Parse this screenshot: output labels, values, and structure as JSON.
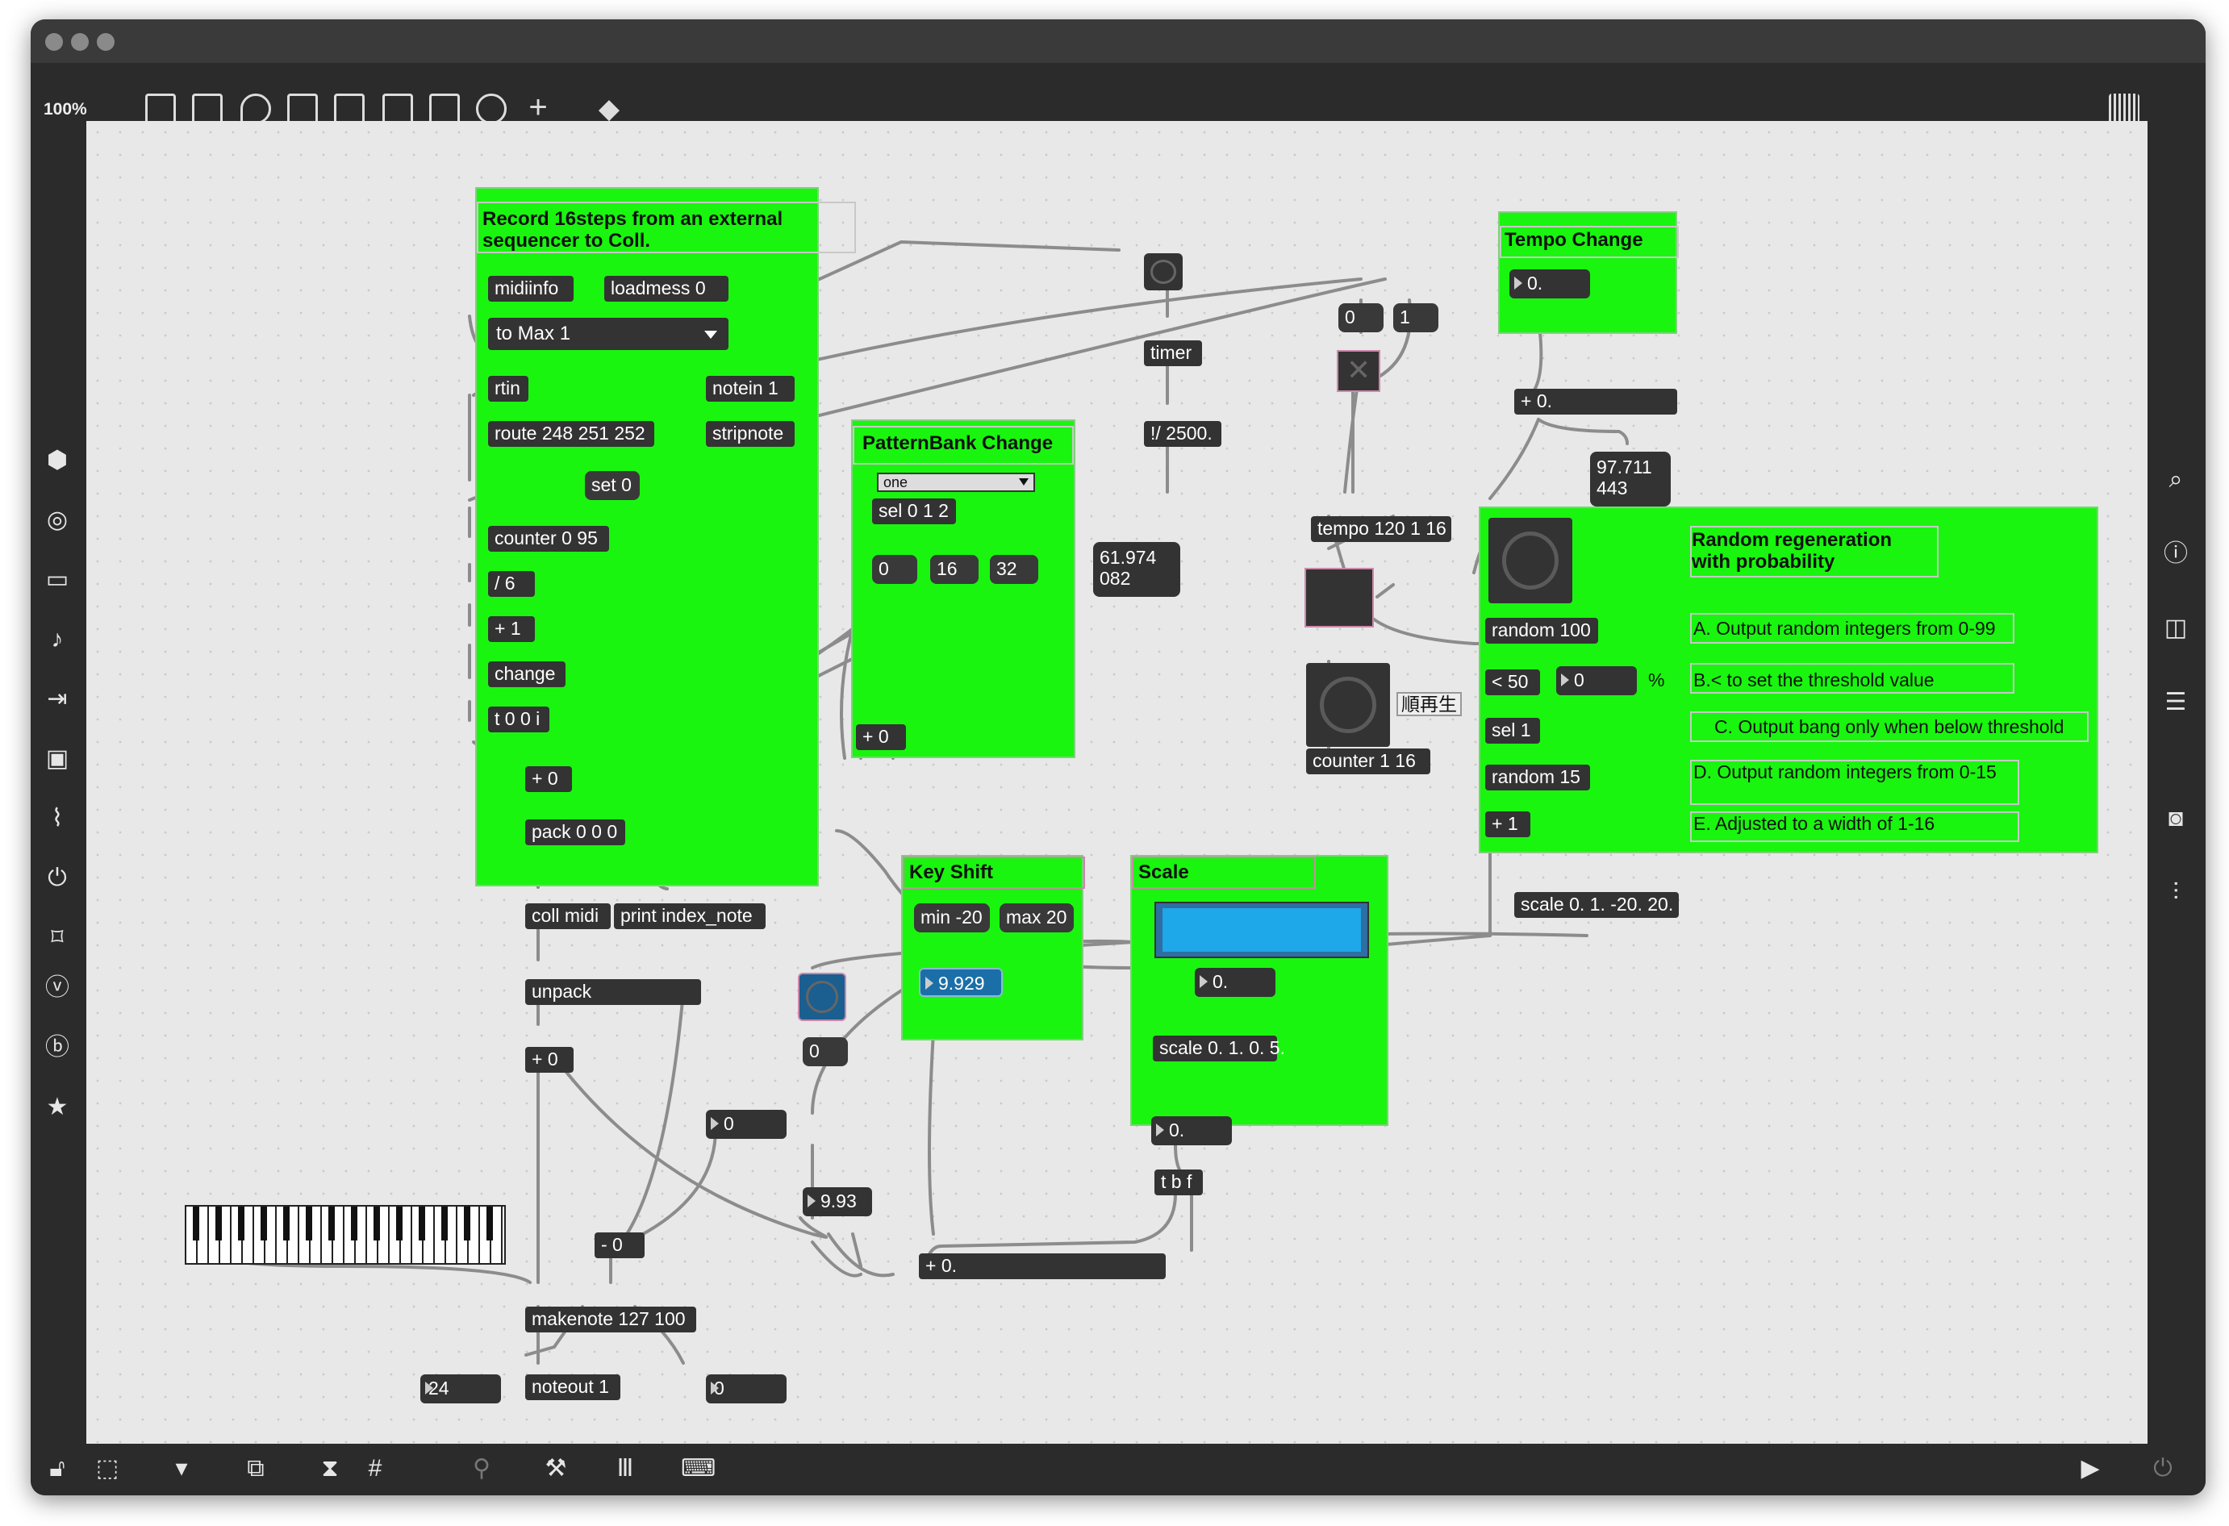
{
  "toolbar": {
    "zoom": "100%"
  },
  "panels": {
    "record": {
      "title": "Record 16steps from an external sequencer to Coll."
    },
    "pattern": {
      "title": "PatternBank Change",
      "menu": "one"
    },
    "tempo": {
      "title": "Tempo Change"
    },
    "random": {
      "title": "Random regeneration with probability",
      "notes": [
        "A. Output random integers from 0-99",
        "B.< to set the threshold value",
        "C. Output bang only when below threshold",
        "D. Output random integers from 0-15",
        "E. Adjusted to a width of 1-16"
      ],
      "percent": "%"
    },
    "keyshift": {
      "title": "Key Shift"
    },
    "scale": {
      "title": "Scale"
    }
  },
  "objects": {
    "midiinfo": "midiinfo",
    "loadmess": "loadmess 0",
    "tomax": "to Max 1",
    "rtin": "rtin",
    "notein": "notein 1",
    "route": "route 248 251 252",
    "stripnote": "stripnote",
    "set0": "set 0",
    "counter095": "counter 0 95",
    "div6": "/ 6",
    "plus1": "+ 1",
    "change": "change",
    "t00i": "t 0 0 i",
    "plus0a": "+ 0",
    "pack": "pack 0 0 0",
    "coll": "coll midi",
    "print": "print index_note",
    "unpack": "unpack",
    "plus0b": "+ 0",
    "minus0": "- 0",
    "makenote": "makenote 127 100",
    "noteout": "noteout 1",
    "timer": "timer",
    "div2500": "!/ 2500.",
    "tempo": "tempo 120 1 16",
    "counter116": "counter 1 16",
    "random100": "random 100",
    "lt50": "< 50",
    "sel1": "sel 1",
    "random15": "random 15",
    "plus1b": "+ 1",
    "sel012": "sel 0 1 2",
    "plus0c": "+ 0",
    "min": "min -20",
    "max": "max 20",
    "scale05": "scale 0. 1. 0. 5.",
    "tbf": "t b f",
    "plus0d": "+ 0.",
    "plus0e": "+ 0.",
    "scaleN20": "scale 0. 1. -20. 20.",
    "jun": "順再生"
  },
  "values": {
    "m0": "0",
    "m16": "16",
    "m32": "32",
    "tcm0": "0",
    "tcm1": "1",
    "bpm": "61.974 082",
    "tempoMsg": "97.711 443",
    "n24": "24",
    "nOut0": "0",
    "nMid0": "0",
    "nA0": "0",
    "n993": "9.93",
    "n9929": "9.929",
    "nTempo": "0.",
    "nScale": "0.",
    "nScaleOut": "0.",
    "nRand": "0"
  }
}
